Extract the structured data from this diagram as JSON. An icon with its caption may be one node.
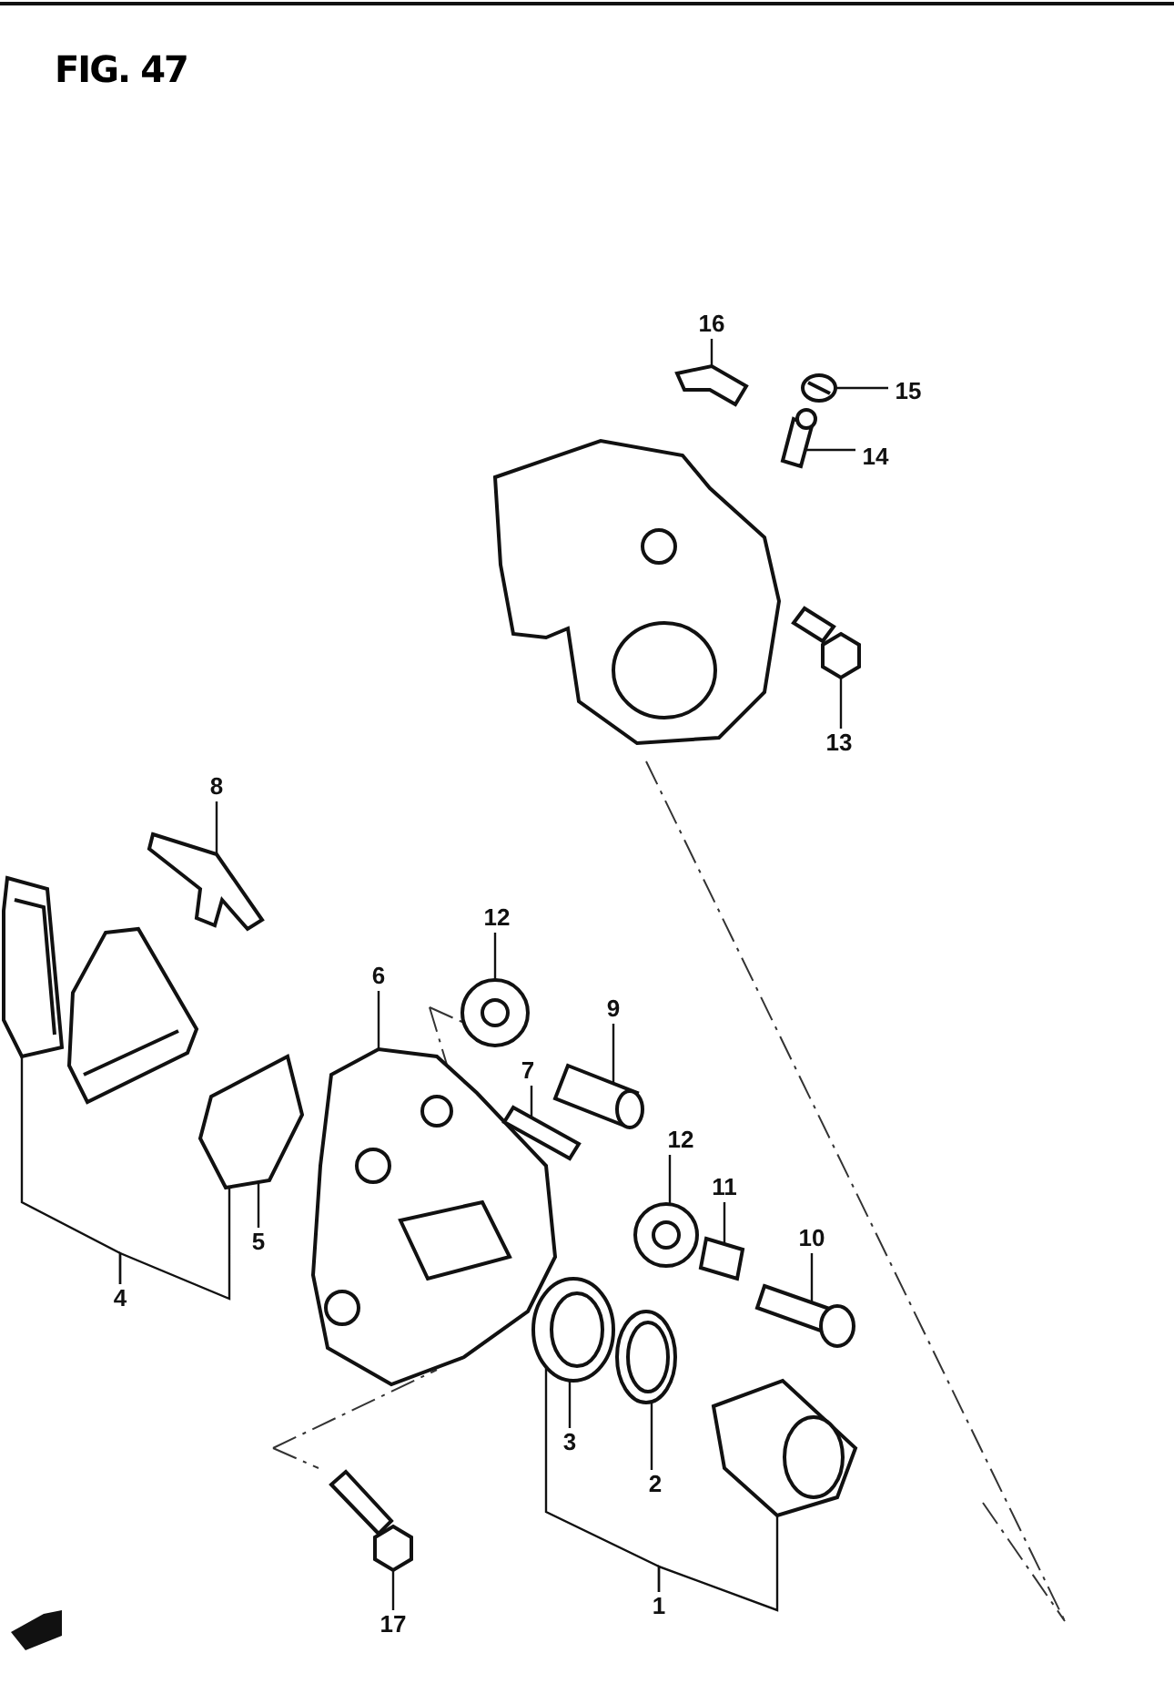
{
  "diagram": {
    "title": "FIG. 47",
    "nodes": [
      {
        "text": [
          "16"
        ]
      },
      {
        "text": [],
        "shape": "picture"
      },
      {
        "text": [
          "15"
        ]
      },
      {
        "text": [],
        "shape": "picture"
      },
      {
        "text": [
          "14"
        ]
      },
      {
        "text": [],
        "shape": "picture"
      },
      {
        "text": [
          "13"
        ]
      },
      {
        "text": [],
        "shape": "picture"
      },
      {
        "text": [
          "8"
        ]
      },
      {
        "text": [],
        "shape": "picture"
      },
      {
        "text": [
          "12"
        ]
      },
      {
        "text": [],
        "shape": "picture"
      },
      {
        "text": [
          "6"
        ]
      },
      {
        "text": [],
        "shape": "picture"
      },
      {
        "text": [
          "7"
        ]
      },
      {
        "text": [],
        "shape": "picture"
      },
      {
        "text": [
          "9"
        ]
      },
      {
        "text": [],
        "shape": "picture"
      },
      {
        "text": [
          "12"
        ]
      },
      {
        "text": [],
        "shape": "picture"
      },
      {
        "text": [
          "11"
        ]
      },
      {
        "text": [],
        "shape": "picture"
      },
      {
        "text": [
          "10"
        ]
      },
      {
        "text": [],
        "shape": "picture"
      },
      {
        "text": [
          "4"
        ]
      },
      {
        "text": [],
        "shape": "picture"
      },
      {
        "text": [],
        "shape": "picture"
      },
      {
        "text": [
          "5"
        ]
      },
      {
        "text": [],
        "shape": "picture"
      },
      {
        "text": [
          "3"
        ]
      },
      {
        "text": [],
        "shape": "picture"
      },
      {
        "text": [
          "2"
        ]
      },
      {
        "text": [],
        "shape": "picture"
      },
      {
        "text": [
          "1"
        ]
      },
      {
        "text": [],
        "shape": "picture"
      },
      {
        "text": [
          "17"
        ]
      },
      {
        "text": [],
        "shape": "picture"
      }
    ],
    "edges": [
      {
        "from": 0,
        "to": 1,
        "arrow": "none"
      },
      {
        "from": 2,
        "to": 3,
        "arrow": "none"
      },
      {
        "from": 4,
        "to": 5,
        "arrow": "none"
      },
      {
        "from": 6,
        "to": 7,
        "arrow": "none"
      },
      {
        "from": 8,
        "to": 9,
        "arrow": "none"
      },
      {
        "from": 10,
        "to": 11,
        "arrow": "none"
      },
      {
        "from": 12,
        "to": 13,
        "arrow": "none"
      },
      {
        "from": 14,
        "to": 15,
        "arrow": "none"
      },
      {
        "from": 16,
        "to": 17,
        "arrow": "none"
      },
      {
        "from": 18,
        "to": 19,
        "arrow": "none"
      },
      {
        "from": 20,
        "to": 21,
        "arrow": "none"
      },
      {
        "from": 22,
        "to": 23,
        "arrow": "none"
      },
      {
        "from": 24,
        "to": 25,
        "arrow": "none"
      },
      {
        "from": 24,
        "to": 28,
        "arrow": "none"
      },
      {
        "from": 27,
        "to": 28,
        "arrow": "none"
      },
      {
        "from": 29,
        "to": 30,
        "arrow": "none"
      },
      {
        "from": 31,
        "to": 32,
        "arrow": "none"
      },
      {
        "from": 33,
        "to": 30,
        "arrow": "none"
      },
      {
        "from": 33,
        "to": 34,
        "arrow": "none"
      },
      {
        "from": 35,
        "to": 36,
        "arrow": "none"
      }
    ]
  }
}
